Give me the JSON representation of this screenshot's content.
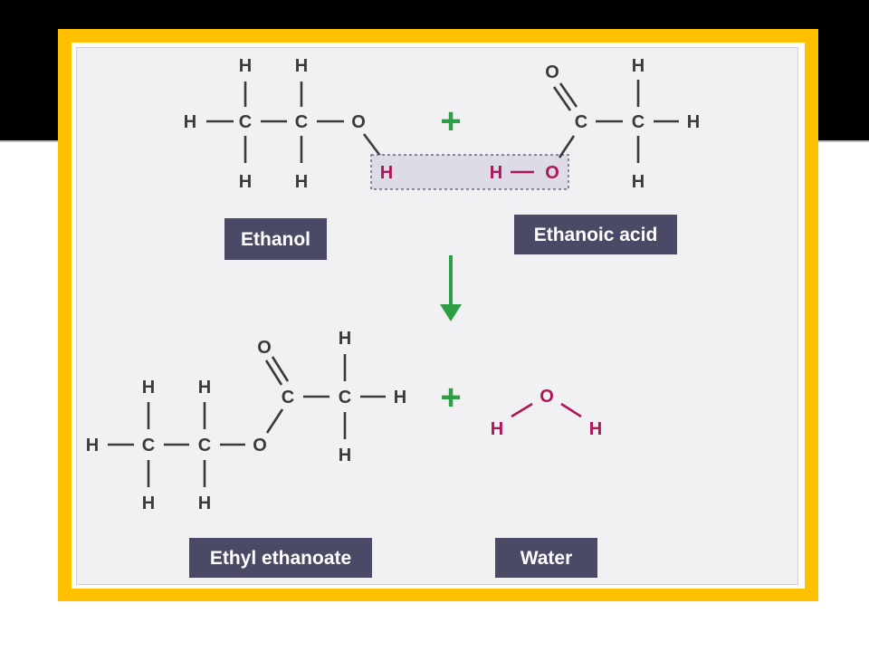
{
  "atoms": {
    "H": "H",
    "C": "C",
    "O": "O"
  },
  "operators": {
    "plus": "+"
  },
  "labels": {
    "ethanol": "Ethanol",
    "ethanoic_acid": "Ethanoic acid",
    "ethyl_ethanoate": "Ethyl ethanoate",
    "water": "Water"
  },
  "colors": {
    "frame": "#ffc000",
    "label_bg": "#4a4a66",
    "plus_and_arrow": "#2e9e44",
    "highlight_atoms": "#b0145a",
    "atoms": "#3a3a3a",
    "panel": "#f1f1f4"
  }
}
